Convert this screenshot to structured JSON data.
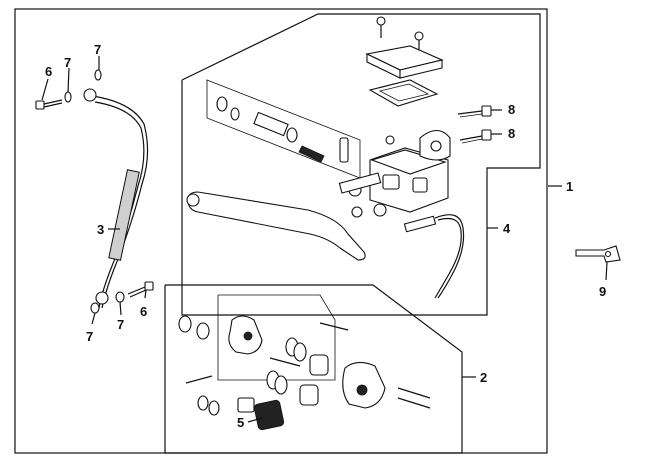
{
  "diagram": {
    "callouts": {
      "c1": "1",
      "c2": "2",
      "c3": "3",
      "c4": "4",
      "c5": "5",
      "c6_top": "6",
      "c6_bottom": "6",
      "c7_top_a": "7",
      "c7_top_b": "7",
      "c7_bottom_a": "7",
      "c7_bottom_b": "7",
      "c8_a": "8",
      "c8_b": "8",
      "c9": "9"
    },
    "colors": {
      "line": "#111111",
      "background": "#ffffff"
    }
  }
}
